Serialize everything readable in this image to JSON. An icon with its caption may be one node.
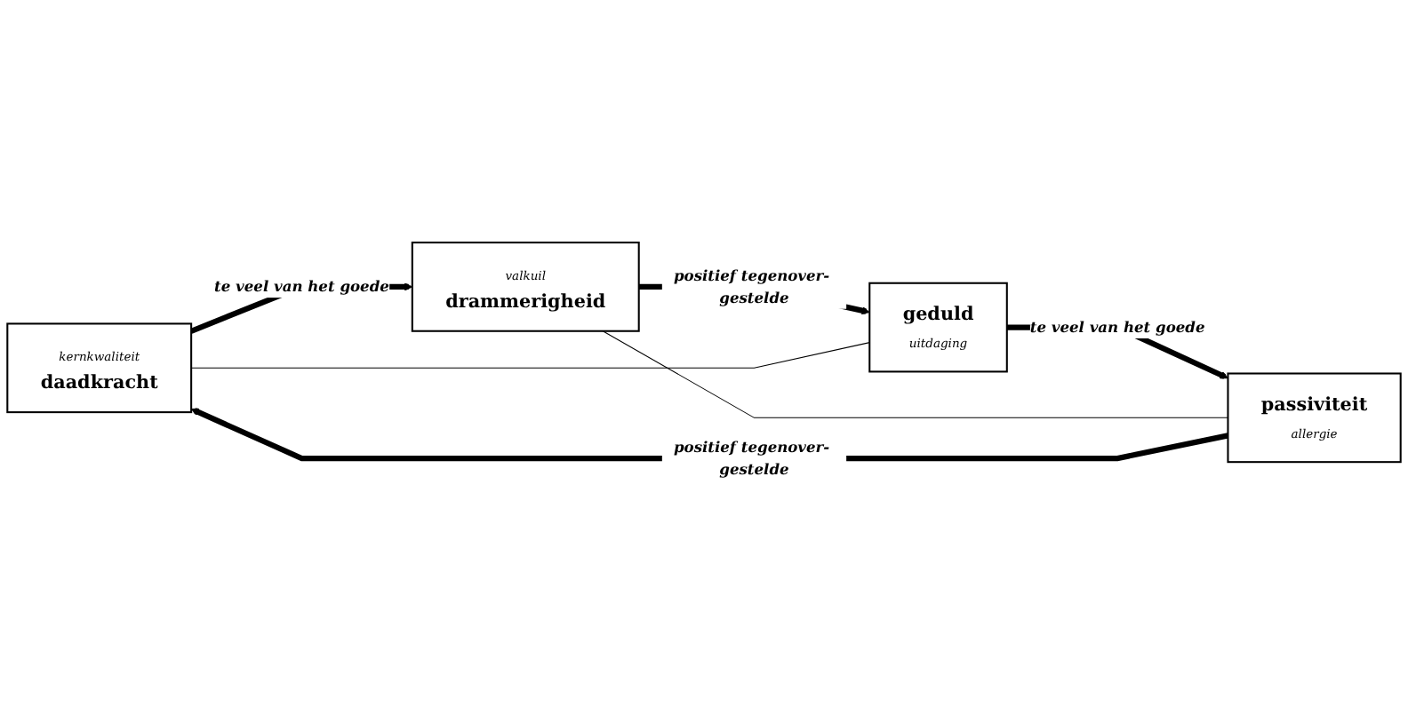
{
  "diagram": {
    "nodes": [
      {
        "text": [
          "kernkwaliteit",
          "daadkracht"
        ]
      },
      {
        "text": [
          "valkuil",
          "drammerigheid"
        ]
      },
      {
        "text": [
          "passiviteit",
          "allergie"
        ]
      },
      {
        "text": [
          "geduld",
          "uitdaging"
        ]
      }
    ],
    "edges": [
      {
        "from": 0,
        "to": 1,
        "arrow": "to",
        "label": "te veel van het goede"
      },
      {
        "from": 1,
        "to": 3,
        "arrow": "to",
        "label": "positief tegenover- gestelde"
      },
      {
        "from": 3,
        "to": 2,
        "arrow": "to",
        "label": "te veel van het goede"
      },
      {
        "from": 2,
        "to": 0,
        "arrow": "to",
        "label": "positief tegenover- gestelde"
      },
      {
        "from": 0,
        "to": 3,
        "arrow": "none"
      },
      {
        "from": 1,
        "to": 2,
        "arrow": "none"
      }
    ]
  }
}
